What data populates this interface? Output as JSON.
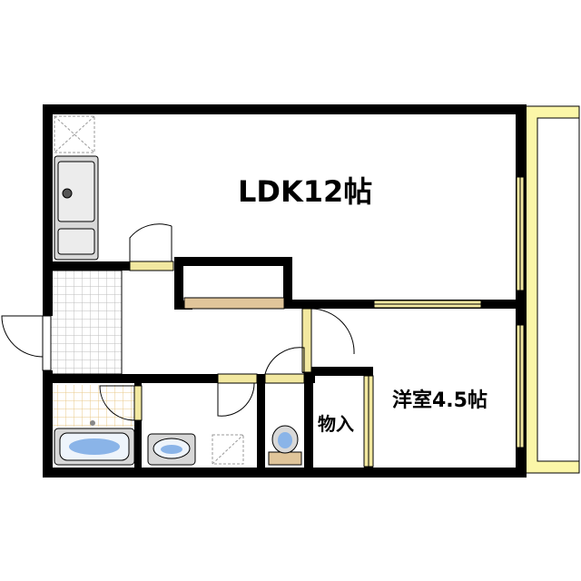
{
  "rooms": {
    "ldk": "LDK12帖",
    "western_room": "洋室4.5帖",
    "storage": "物入"
  },
  "colors": {
    "wall": "#000000",
    "balcony": "#fbf6a8",
    "window_frame": "#f2e8a0",
    "shelf": "#e0c59a",
    "fixture": "#d8d8d8",
    "bath_water": "#8ab4e8",
    "tile_grid": "#bcbcbc",
    "dashed": "#999999",
    "bath_tile": "#f5e3b0"
  },
  "icons": [
    "kitchen-sink-icon",
    "bathtub-icon",
    "washbasin-icon",
    "toilet-icon",
    "washing-machine-pan-icon",
    "refrigerator-space-icon"
  ]
}
